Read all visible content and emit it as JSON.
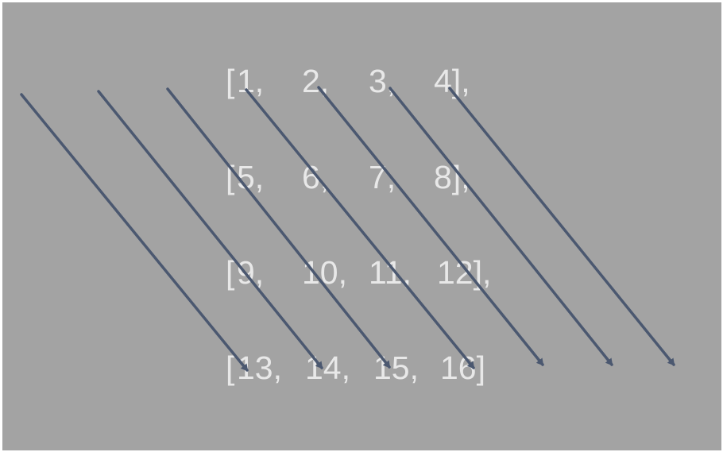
{
  "matrix": {
    "rows": [
      {
        "open": "[",
        "cells": [
          "1,",
          "2,",
          "3,",
          "4],"
        ]
      },
      {
        "open": "[",
        "cells": [
          "5,",
          "6,",
          "7,",
          "8],"
        ]
      },
      {
        "open": "[",
        "cells": [
          "9,",
          "10,",
          "11,",
          "12],"
        ]
      },
      {
        "open": "[",
        "cells": [
          "13,",
          "14,",
          "15,",
          "16]"
        ]
      }
    ]
  },
  "colors": {
    "background": "#a3a3a3",
    "text": "#e8e8e8",
    "arrow": "#4b5870"
  },
  "arrows": {
    "count": 7,
    "direction": "diagonal-down-right"
  }
}
